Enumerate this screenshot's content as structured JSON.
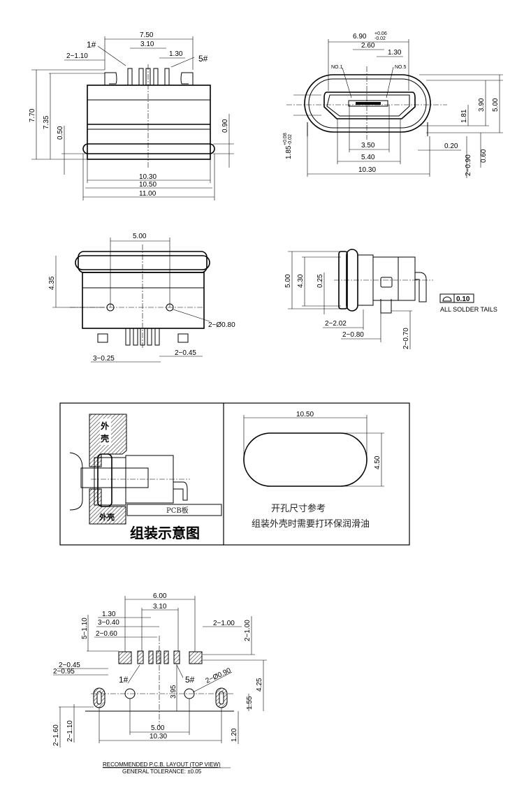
{
  "front_view": {
    "d_750": "7.50",
    "d_310": "3.10",
    "d_2_110": "2−1.10",
    "d_130": "1.30",
    "pin1": "1#",
    "pin5": "5#",
    "d_770": "7.70",
    "d_735": "7.35",
    "d_050": "0.50",
    "d_090": "0.90",
    "d_1030": "10.30",
    "d_1050": "10.50",
    "d_1100": "11.00"
  },
  "end_view": {
    "d_690": "6.90",
    "tol_690_plus": "+0.06",
    "tol_690_minus": "-0.02",
    "d_260": "2.60",
    "d_130": "1.30",
    "no1": "NO.1",
    "no5": "NO.5",
    "d_390": "3.90",
    "d_500": "5.00",
    "d_181": "1.81",
    "d_350": "3.50",
    "d_540": "5.40",
    "d_1030": "10.30",
    "d_020": "0.20",
    "d_2_090": "2−0.90",
    "d_060": "0.60",
    "d_185": "1.85",
    "tol_185_plus": "+0.08",
    "tol_185_minus": "-0.02"
  },
  "bottom_view": {
    "d_500": "5.00",
    "d_435": "4.35",
    "d_2_080": "2−Ø0.80",
    "d_3_025": "3−0.25",
    "d_2_045": "2−0.45"
  },
  "side_view": {
    "d_500": "5.00",
    "d_430": "4.30",
    "d_025": "0.25",
    "d_2_202": "2−2.02",
    "d_2_080": "2−0.80",
    "d_2_070": "2−0.70",
    "flatness": "0.10",
    "solder_note": "ALL SOLDER TAILS"
  },
  "assembly": {
    "shell_top": "外壳",
    "shell_bottom": "外壳",
    "pcb": "PCB板",
    "title": "组装示意图",
    "cutout_width": "10.50",
    "cutout_height": "4.50",
    "note1": "开孔尺寸参考",
    "note2": "组装外壳时需要打环保润滑油"
  },
  "pcb_layout": {
    "d_600": "6.00",
    "d_310": "3.10",
    "d_130": "1.30",
    "d_3_040": "3−0.40",
    "d_2_060": "2−0.60",
    "d_5_110": "5−1.10",
    "d_2_100": "2−1.00",
    "d_2_100v": "2−1.00",
    "d_2_045": "2−0.45",
    "d_2_095": "2−0.95",
    "pin1": "1#",
    "pin5": "5#",
    "d_2_090": "2−Ø0.90",
    "d_395": "3.95",
    "d_425": "4.25",
    "d_155": "1.55",
    "d_500": "5.00",
    "d_1030": "10.30",
    "d_120": "1.20",
    "d_2_160": "2−1.60",
    "d_2_110": "2−1.10",
    "title": "RECOMMENDED P.C.B. LAYOUT (TOP VIEW)",
    "tolerance": "GENERAL TOLERANCE: ±0.05"
  }
}
